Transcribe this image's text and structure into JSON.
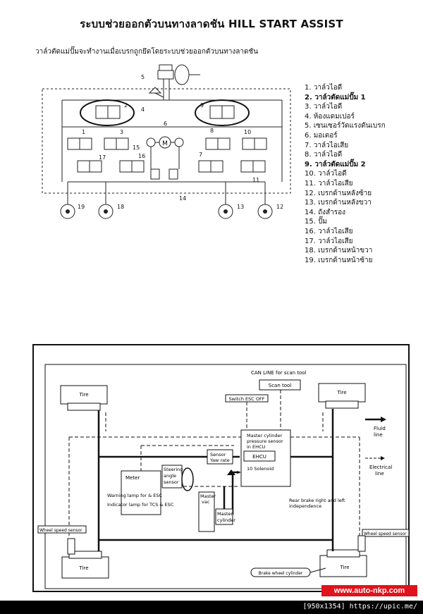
{
  "title": "ระบบช่วยออกตัวบนทางลาดชัน HILL START ASSIST",
  "subtitle": "วาล์วตัดแม่ปั๊มจะทำงานเมื่อเบรกถูกยึดโดยระบบช่วยออกตัวบนทางลาดชัน",
  "hydraulic": {
    "callouts": [
      "1",
      "2",
      "3",
      "4",
      "5",
      "6",
      "7",
      "8",
      "9",
      "10",
      "11",
      "12",
      "13",
      "14",
      "15",
      "16",
      "17",
      "18",
      "19"
    ],
    "motor_label": "M"
  },
  "legend": [
    {
      "text": "1. วาล์วไอดี",
      "bold": false
    },
    {
      "text": "2. วาล์วตัดแม่ปั๊ม 1",
      "bold": true
    },
    {
      "text": "3. วาล์วไอดี",
      "bold": false
    },
    {
      "text": "4. ห้องแดมเปอร์",
      "bold": false
    },
    {
      "text": "5. เซนเซอร์วัดแรงดันเบรก",
      "bold": false
    },
    {
      "text": "6. มอเตอร์",
      "bold": false
    },
    {
      "text": "7. วาล์วไอเสีย",
      "bold": false
    },
    {
      "text": "8. วาล์วไอดี",
      "bold": false
    },
    {
      "text": "9. วาล์วตัดแม่ปั๊ม 2",
      "bold": true
    },
    {
      "text": "10. วาล์วไอดี",
      "bold": false
    },
    {
      "text": "11. วาล์วไอเสีย",
      "bold": false
    },
    {
      "text": "12. เบรกด้านหลังซ้าย",
      "bold": false
    },
    {
      "text": "13. เบรกด้านหลังขวา",
      "bold": false
    },
    {
      "text": "14. ถังสำรอง",
      "bold": false
    },
    {
      "text": "15. ปั๊ม",
      "bold": false
    },
    {
      "text": "16. วาล์วไอเสีย",
      "bold": false
    },
    {
      "text": "17. วาล์วไอเสีย",
      "bold": false
    },
    {
      "text": "18. เบรกด้านหน้าขวา",
      "bold": false
    },
    {
      "text": "19. เบรกด้านหน้าซ้าย",
      "bold": false
    }
  ],
  "system": {
    "can_line": "CAN LINE for scan tool",
    "scan_tool": "Scan tool",
    "switch_esc": "Switch ESC OFF",
    "tire": "Tire",
    "mc_sensor_1": "Master cylinder",
    "mc_sensor_2": "pressure sensor",
    "mc_sensor_3": "in EHCU",
    "ehcu": "EHCU",
    "solenoid": "10 Solenoid",
    "sensor_yaw_1": "Sensor",
    "sensor_yaw_2": "Yaw rate",
    "meter": "Meter",
    "steering_1": "Steering",
    "steering_2": "angle",
    "steering_3": "sensor",
    "warning_lamp": "Warning lamp for & ESC",
    "indicator_lamp": "Indicator lamp for TCS & ESC",
    "master_vac_1": "Master",
    "master_vac_2": "vac",
    "master_cyl_1": "Master",
    "master_cyl_2": "cylinder",
    "rear_brake_1": "Rear brake right and left",
    "rear_brake_2": "independence",
    "wheel_speed": "Wheel speed sensor",
    "brake_wheel_cylinder": "Brake wheel cylinder",
    "fluid_line_1": "Fluid",
    "fluid_line_2": "line",
    "electrical_line_1": "Electrical",
    "electrical_line_2": "line"
  },
  "footer": {
    "site": "www.auto-nkp.com",
    "image_info": "[950x1354] https://upic.me/"
  }
}
